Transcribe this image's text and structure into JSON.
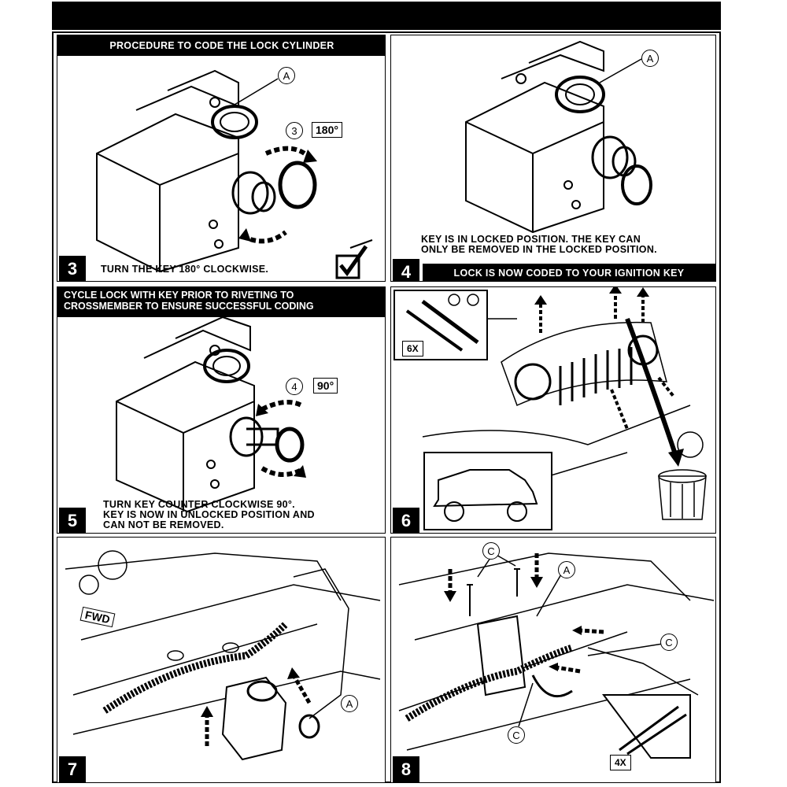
{
  "steps": {
    "s3": {
      "header": "PROCEDURE TO CODE THE LOCK CYLINDER",
      "number": "3",
      "caption": "TURN THE KEY 180° CLOCKWISE.",
      "callout_a": "A",
      "callout_step": "3",
      "degrees": "180°"
    },
    "s4": {
      "number": "4",
      "caption_line1": "KEY IS IN LOCKED POSITION. THE KEY CAN",
      "caption_line2": "ONLY BE REMOVED IN THE LOCKED POSITION.",
      "footer": "LOCK IS NOW CODED TO YOUR IGNITION KEY",
      "callout_a": "A"
    },
    "s5": {
      "header_line1": "CYCLE LOCK WITH KEY PRIOR TO RIVETING TO",
      "header_line2": "CROSSMEMBER TO ENSURE SUCCESSFUL CODING",
      "number": "5",
      "caption_line1": "TURN KEY COUNTER CLOCKWISE 90°.",
      "caption_line2": "KEY IS NOW IN UNLOCKED POSITION AND",
      "caption_line3": "CAN NOT BE REMOVED.",
      "callout_step": "4",
      "degrees": "90°"
    },
    "s6": {
      "number": "6",
      "qty": "6X"
    },
    "s7": {
      "number": "7",
      "fwd": "FWD",
      "callout_a": "A"
    },
    "s8": {
      "number": "8",
      "qty": "4X",
      "callout_a": "A",
      "callout_c": "C"
    }
  }
}
